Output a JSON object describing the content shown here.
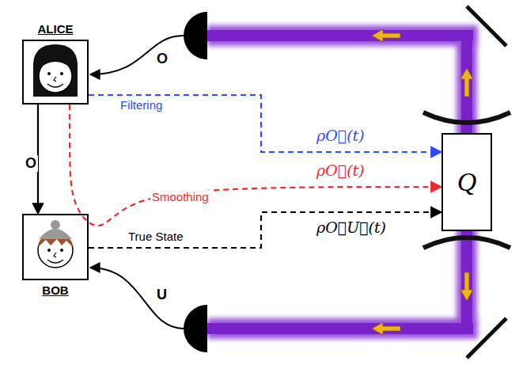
{
  "diagram": {
    "nodes": [
      {
        "text": [
          "ALICE"
        ]
      },
      {
        "text": [
          "BOB"
        ]
      },
      {
        "text": [
          "Q"
        ]
      }
    ],
    "edges": [
      {
        "from": 0,
        "to": 1,
        "arrow": "to",
        "label": "O"
      },
      {
        "from": 0,
        "to": 2,
        "arrow": "to",
        "label": "Filtering"
      },
      {
        "from": 0,
        "to": 2,
        "arrow": "to",
        "label": "Smoothing"
      },
      {
        "from": 1,
        "to": 2,
        "arrow": "to",
        "label": "True State"
      }
    ],
    "labels": [
      "O",
      "U",
      "ρO⃖(t)",
      "ρO⃡(t)",
      "ρO⃖U⃖(t)"
    ]
  }
}
